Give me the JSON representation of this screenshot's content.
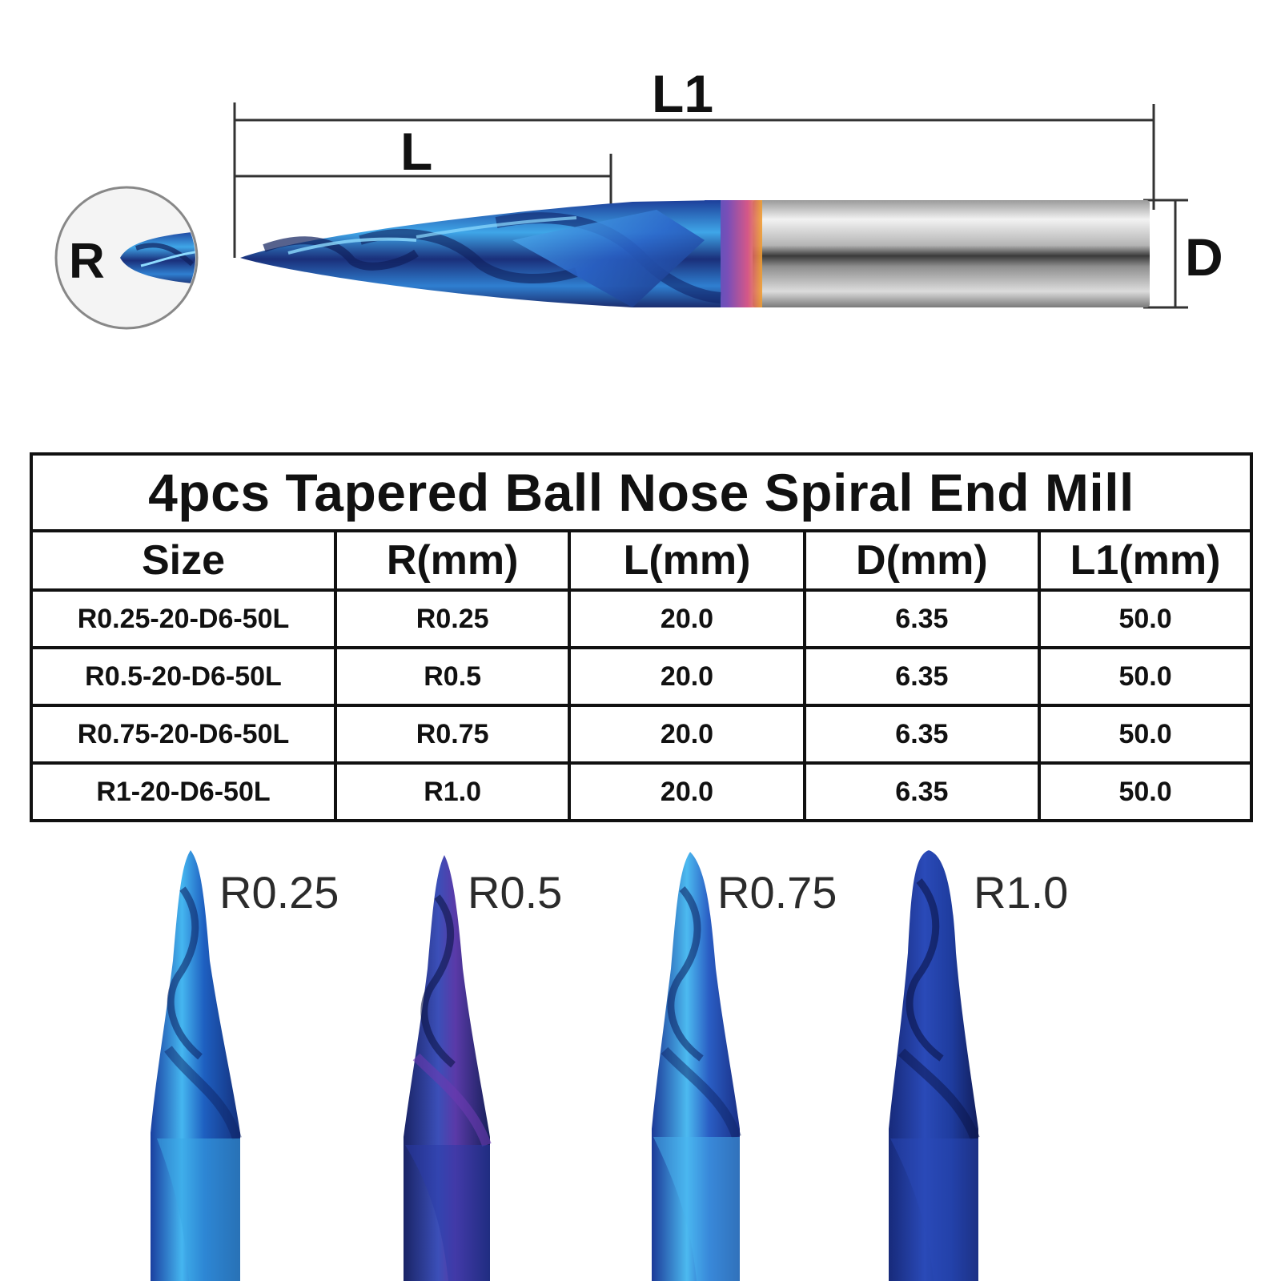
{
  "diagram": {
    "labels": {
      "total_length": "L1",
      "cutting_length": "L",
      "diameter": "D",
      "radius": "R"
    }
  },
  "table": {
    "title": "4pcs Tapered Ball Nose Spiral End Mill",
    "headers": [
      "Size",
      "R(mm)",
      "L(mm)",
      "D(mm)",
      "L1(mm)"
    ],
    "rows": [
      [
        "R0.25-20-D6-50L",
        "R0.25",
        "20.0",
        "6.35",
        "50.0"
      ],
      [
        "R0.5-20-D6-50L",
        "R0.5",
        "20.0",
        "6.35",
        "50.0"
      ],
      [
        "R0.75-20-D6-50L",
        "R0.75",
        "20.0",
        "6.35",
        "50.0"
      ],
      [
        "R1-20-D6-50L",
        "R1.0",
        "20.0",
        "6.35",
        "50.0"
      ]
    ]
  },
  "closeups": {
    "labels": [
      "R0.25",
      "R0.5",
      "R0.75",
      "R1.0"
    ]
  },
  "colors": {
    "coating_light": "#3fa6e8",
    "coating_dark": "#1d3f9a",
    "coating_purple": "#5a3aa8",
    "shank_silver": "#c9c9c9"
  }
}
